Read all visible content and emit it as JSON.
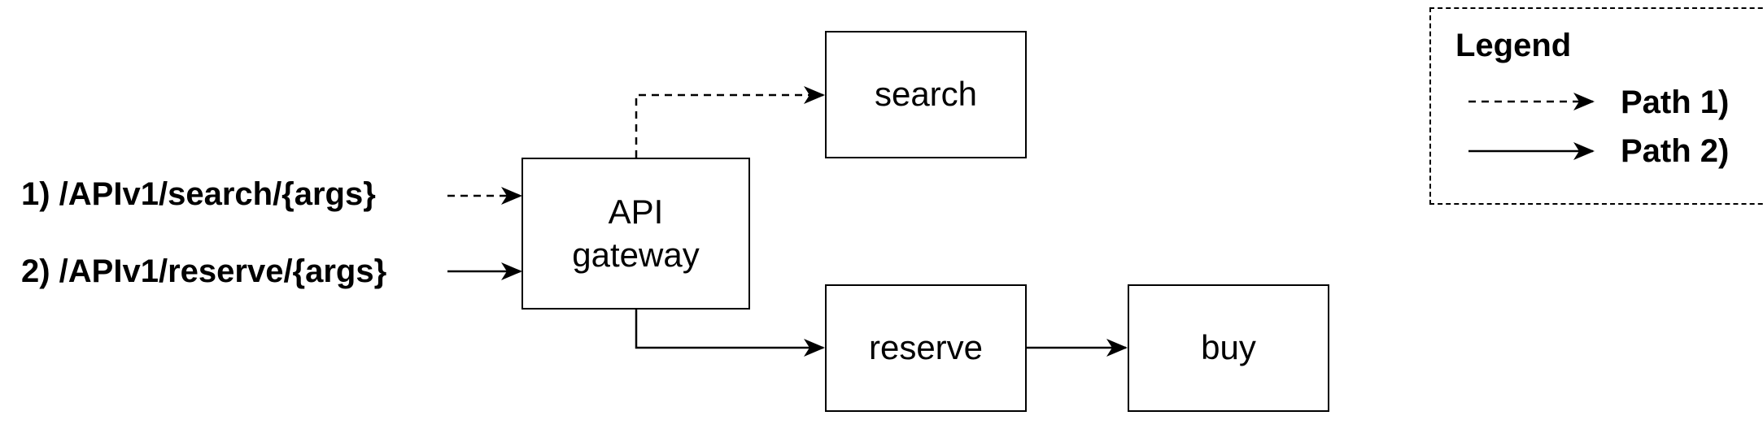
{
  "requests": [
    {
      "label": "1) /APIv1/search/{args}",
      "path": "dashed"
    },
    {
      "label": "2) /APIv1/reserve/{args}",
      "path": "solid"
    }
  ],
  "nodes": {
    "gateway": "API\ngateway",
    "search": "search",
    "reserve": "reserve",
    "buy": "buy"
  },
  "legend": {
    "title": "Legend",
    "items": [
      {
        "label": "Path 1)",
        "style": "dashed"
      },
      {
        "label": "Path 2)",
        "style": "solid"
      }
    ]
  },
  "colors": {
    "stroke": "#000000",
    "background": "#ffffff"
  }
}
